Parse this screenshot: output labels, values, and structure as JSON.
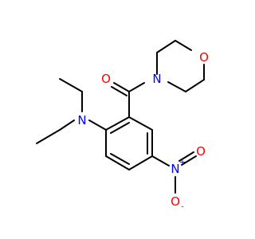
{
  "colors": {
    "carbon_bond": "#000000",
    "nitrogen": "#0000ff",
    "oxygen": "#ff0000",
    "background": "#ffffff"
  },
  "atoms": {
    "n_amine": "N",
    "o_carbonyl": "O",
    "n_morpholine": "N",
    "o_morpholine": "O",
    "n_nitro": "N",
    "n_nitro_charge": "+",
    "o_nitro_double": "O",
    "o_nitro_single": "O",
    "o_nitro_charge": "-"
  }
}
